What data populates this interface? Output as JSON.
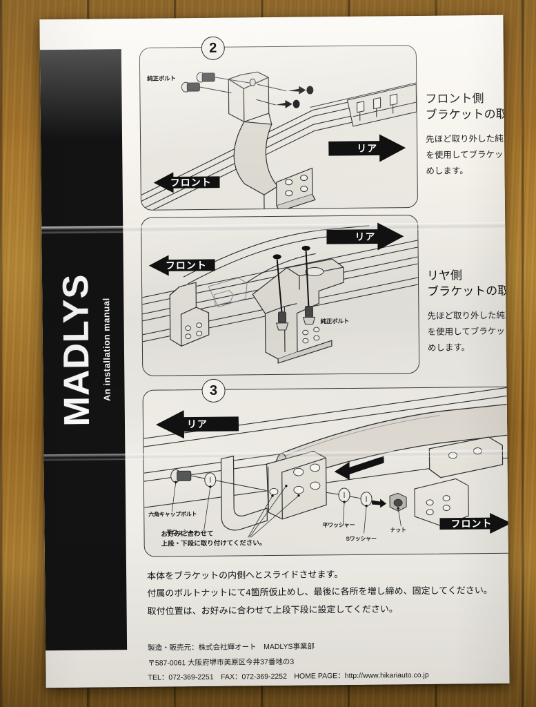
{
  "document": {
    "type": "printed-installation-manual",
    "brand": "MADLYS",
    "brand_subtitle": "An installation manual"
  },
  "steps": [
    {
      "number": "2",
      "badge_name": "step-2",
      "caption": {
        "heading_line1": "フロント側",
        "heading_line2": "ブラケットの取り付け",
        "body": "先ほど取り外した純正ボルトを使用してブラケットを仮止めします。"
      },
      "labels": {
        "bolt": "純正ボルト"
      },
      "arrows": {
        "rear": "リア",
        "front": "フロント"
      }
    },
    {
      "number": "",
      "badge_name": "step-2b",
      "caption": {
        "heading_line1": "リヤ側",
        "heading_line2": "ブラケットの取り付け",
        "body": "先ほど取り外した純正ボルトを使用してブラケットを仮止めします。"
      },
      "labels": {
        "bolt": "純正ボルト"
      },
      "arrows": {
        "rear": "リア",
        "front": "フロント"
      }
    },
    {
      "number": "3",
      "badge_name": "step-3",
      "caption": {
        "heading_line1": "",
        "heading_line2": "",
        "body": ""
      },
      "labels": {
        "hex_cap_bolt": "六角キャップボルト",
        "flat_washer_left": "平ワッシャー",
        "flat_washer_right": "平ワッシャー",
        "spring_washer": "Sワッシャー",
        "nut": "ナット",
        "note": "お好みに合わせて\n上段・下段に取り付けてください。"
      },
      "arrows": {
        "rear": "リア",
        "front": "フロント"
      }
    }
  ],
  "instructions": [
    "本体をブラケットの内側へとスライドさせます。",
    "付属のボルトナットにて4箇所仮止めし、最後に各所を増し締め、固定してください。",
    "取付位置は、お好みに合わせて上段下段に設定してください。"
  ],
  "footer": {
    "line1": "製造・販売元：株式会社輝オート　MADLYS事業部",
    "line2": "〒587-0061 大阪府堺市美原区今井37番地の3",
    "line3": "TEL：072-369-2251　FAX：072-369-2252　HOME PAGE：http://www.hikariauto.co.jp"
  },
  "colors": {
    "paper": "#f3f1ea",
    "spine": "#131313",
    "ink": "#15171a",
    "wood": "#ab7c31"
  }
}
